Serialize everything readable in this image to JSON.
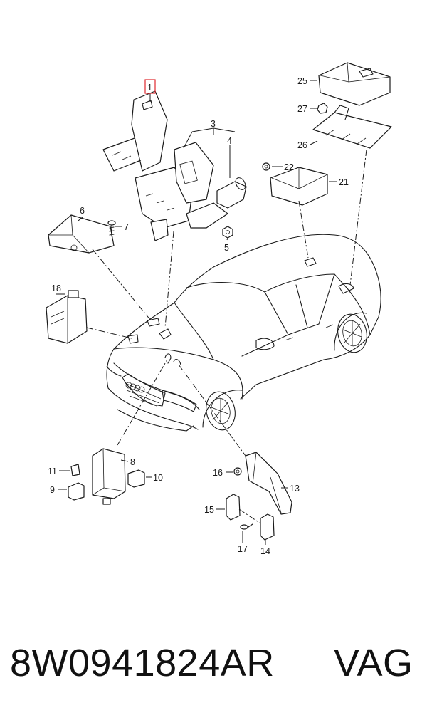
{
  "diagram": {
    "highlighted_part": "1",
    "highlight_color": "#e0282e",
    "labels": {
      "p1": "1",
      "p3": "3",
      "p4": "4",
      "p5": "5",
      "p6": "6",
      "p7": "7",
      "p8": "8",
      "p9": "9",
      "p10": "10",
      "p11": "11",
      "p13": "13",
      "p14": "14",
      "p15": "15",
      "p16": "16",
      "p17": "17",
      "p18": "18",
      "p21": "21",
      "p22": "22",
      "p25": "25",
      "p26": "26",
      "p27": "27"
    }
  },
  "footer": {
    "part_number": "8W0941824AR",
    "brand": "VAG"
  }
}
